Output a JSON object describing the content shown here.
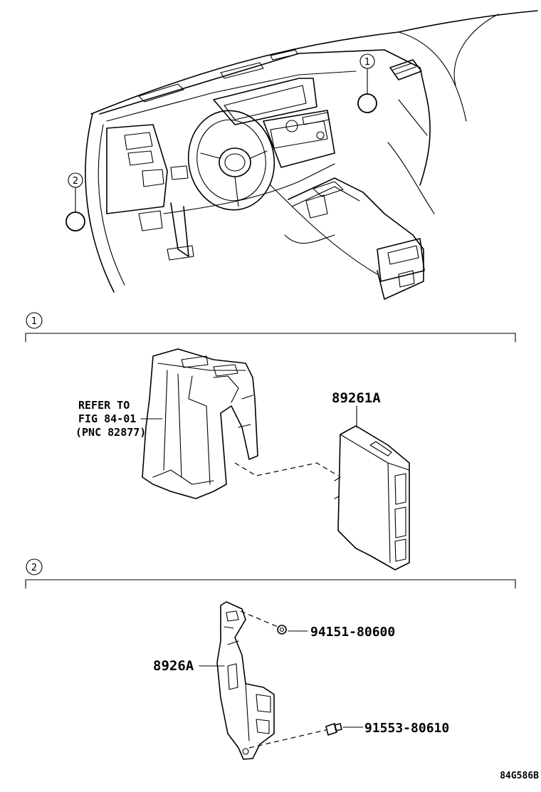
{
  "callouts": {
    "c1": "1",
    "c2": "2"
  },
  "section1": {
    "marker": "1",
    "refer": [
      "REFER TO",
      "FIG 84-01",
      "(PNC 82877)"
    ],
    "part": "89261A"
  },
  "section2": {
    "marker": "2",
    "bracket": "8926A",
    "nut": "94151-80600",
    "bolt": "91553-80610"
  },
  "figure_id": "84G586B"
}
